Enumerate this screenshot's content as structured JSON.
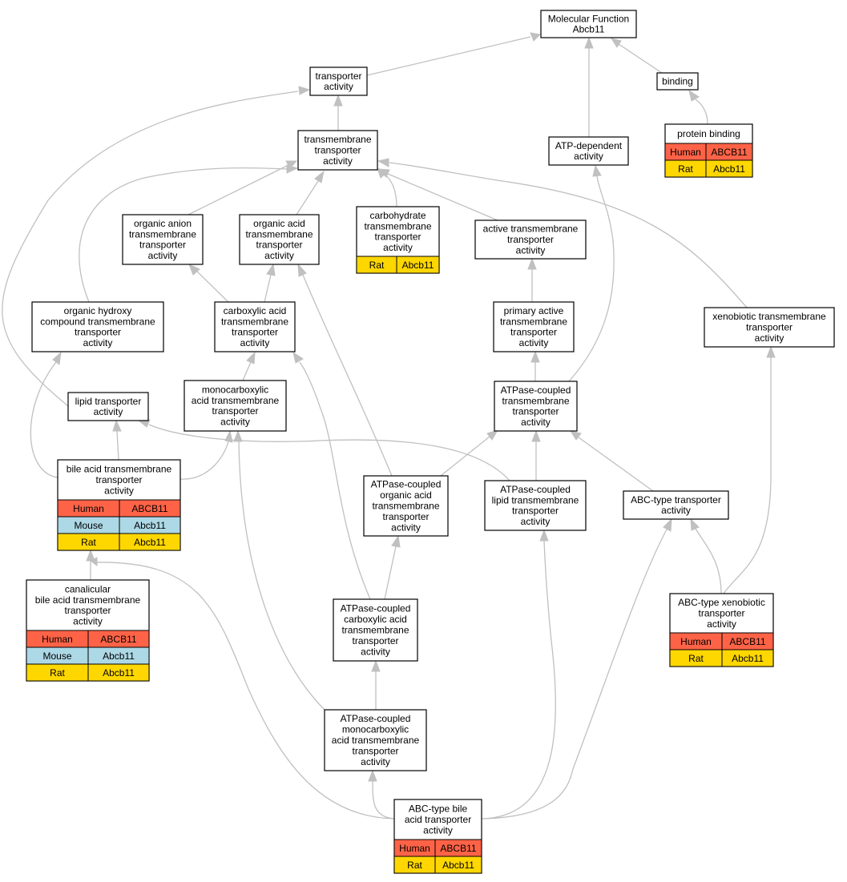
{
  "colors": {
    "human": "#ff6347",
    "mouse": "#add8e6",
    "rat": "#ffd700",
    "edge": "#c0c0c0"
  },
  "nodes": {
    "mf": {
      "lines": [
        "Molecular Function",
        "Abcb11"
      ]
    },
    "transporter": {
      "lines": [
        "transporter",
        "activity"
      ]
    },
    "binding": {
      "lines": [
        "binding"
      ]
    },
    "protein_binding": {
      "lines": [
        "protein binding"
      ],
      "rows": [
        {
          "org": "Human",
          "gene": "ABCB11",
          "color": "human"
        },
        {
          "org": "Rat",
          "gene": "Abcb11",
          "color": "rat"
        }
      ]
    },
    "transmembrane": {
      "lines": [
        "transmembrane",
        "transporter",
        "activity"
      ]
    },
    "atp_dependent": {
      "lines": [
        "ATP-dependent",
        "activity"
      ]
    },
    "organic_anion": {
      "lines": [
        "organic anion",
        "transmembrane",
        "transporter",
        "activity"
      ]
    },
    "organic_acid": {
      "lines": [
        "organic acid",
        "transmembrane",
        "transporter",
        "activity"
      ]
    },
    "carbohydrate": {
      "lines": [
        "carbohydrate",
        "transmembrane",
        "transporter",
        "activity"
      ],
      "rows": [
        {
          "org": "Rat",
          "gene": "Abcb11",
          "color": "rat"
        }
      ]
    },
    "active_tm": {
      "lines": [
        "active transmembrane",
        "transporter",
        "activity"
      ]
    },
    "organic_hydroxy": {
      "lines": [
        "organic hydroxy",
        "compound transmembrane",
        "transporter",
        "activity"
      ]
    },
    "carboxylic": {
      "lines": [
        "carboxylic acid",
        "transmembrane",
        "transporter",
        "activity"
      ]
    },
    "primary_active": {
      "lines": [
        "primary active",
        "transmembrane",
        "transporter",
        "activity"
      ]
    },
    "xenobiotic": {
      "lines": [
        "xenobiotic transmembrane",
        "transporter",
        "activity"
      ]
    },
    "lipid": {
      "lines": [
        "lipid transporter",
        "activity"
      ]
    },
    "monocarboxylic": {
      "lines": [
        "monocarboxylic",
        "acid transmembrane",
        "transporter",
        "activity"
      ]
    },
    "atpase_tm": {
      "lines": [
        "ATPase-coupled",
        "transmembrane",
        "transporter",
        "activity"
      ]
    },
    "bile_acid": {
      "lines": [
        "bile acid transmembrane",
        "transporter",
        "activity"
      ],
      "rows": [
        {
          "org": "Human",
          "gene": "ABCB11",
          "color": "human"
        },
        {
          "org": "Mouse",
          "gene": "Abcb11",
          "color": "mouse"
        },
        {
          "org": "Rat",
          "gene": "Abcb11",
          "color": "rat"
        }
      ]
    },
    "atpase_organic_acid": {
      "lines": [
        "ATPase-coupled",
        "organic acid",
        "transmembrane",
        "transporter",
        "activity"
      ]
    },
    "atpase_lipid": {
      "lines": [
        "ATPase-coupled",
        "lipid transmembrane",
        "transporter",
        "activity"
      ]
    },
    "abc_type": {
      "lines": [
        "ABC-type transporter",
        "activity"
      ]
    },
    "canalicular": {
      "lines": [
        "canalicular",
        "bile acid transmembrane",
        "transporter",
        "activity"
      ],
      "rows": [
        {
          "org": "Human",
          "gene": "ABCB11",
          "color": "human"
        },
        {
          "org": "Mouse",
          "gene": "Abcb11",
          "color": "mouse"
        },
        {
          "org": "Rat",
          "gene": "Abcb11",
          "color": "rat"
        }
      ]
    },
    "atpase_carboxylic": {
      "lines": [
        "ATPase-coupled",
        "carboxylic acid",
        "transmembrane",
        "transporter",
        "activity"
      ]
    },
    "abc_xenobiotic": {
      "lines": [
        "ABC-type xenobiotic",
        "transporter",
        "activity"
      ],
      "rows": [
        {
          "org": "Human",
          "gene": "ABCB11",
          "color": "human"
        },
        {
          "org": "Rat",
          "gene": "Abcb11",
          "color": "rat"
        }
      ]
    },
    "atpase_monocarboxylic": {
      "lines": [
        "ATPase-coupled",
        "monocarboxylic",
        "acid transmembrane",
        "transporter",
        "activity"
      ]
    },
    "abc_bile": {
      "lines": [
        "ABC-type bile",
        "acid transporter",
        "activity"
      ],
      "rows": [
        {
          "org": "Human",
          "gene": "ABCB11",
          "color": "human"
        },
        {
          "org": "Rat",
          "gene": "Abcb11",
          "color": "rat"
        }
      ]
    }
  }
}
